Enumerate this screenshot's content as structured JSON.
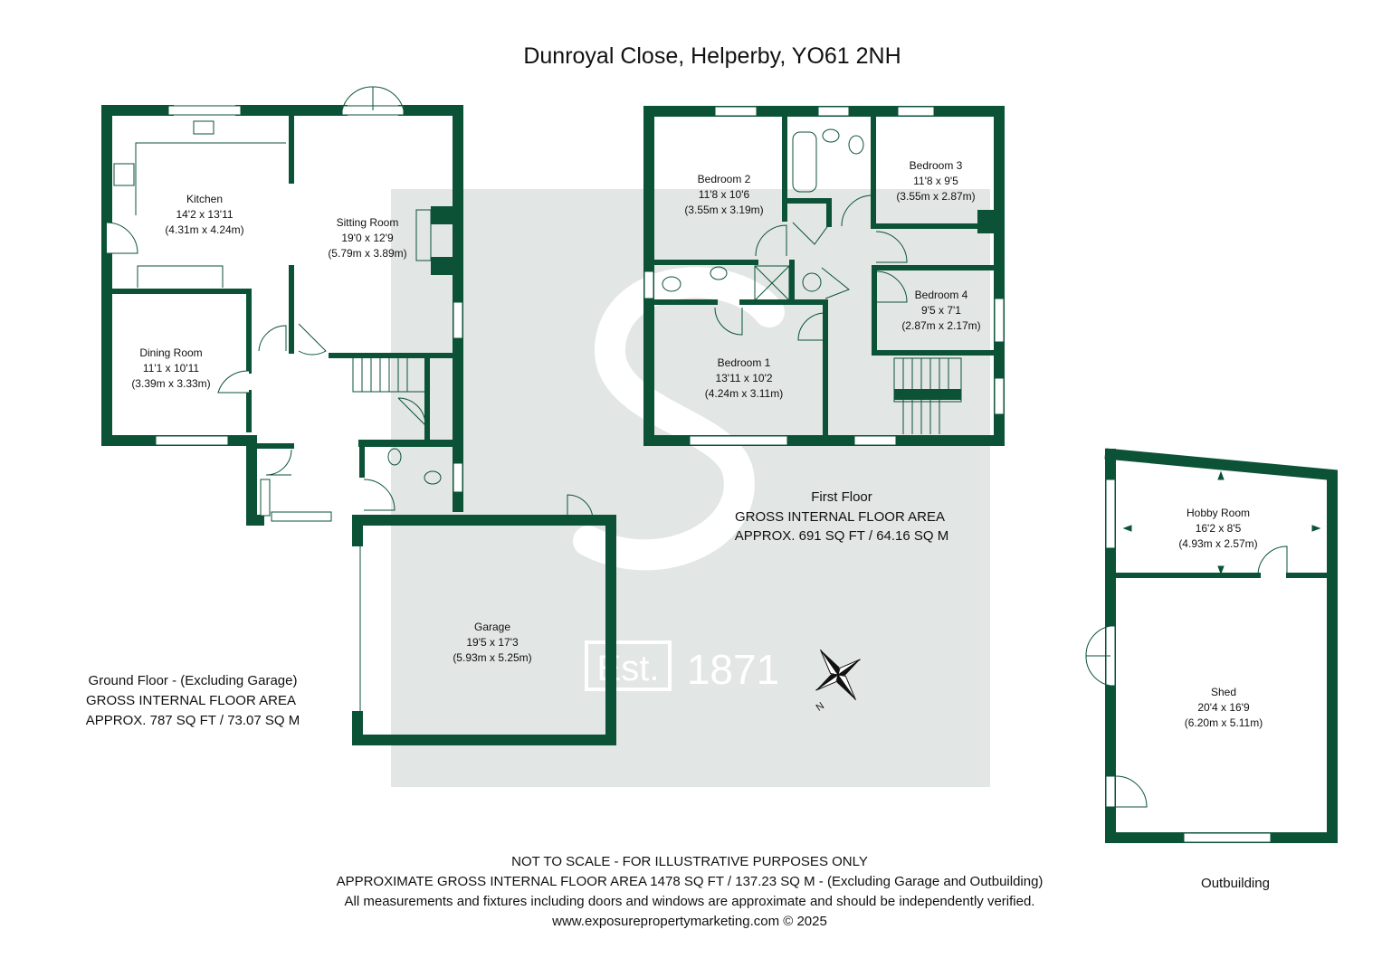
{
  "title": "Dunroyal Close, Helperby, YO61 2NH",
  "colors": {
    "wall": "#0b5237",
    "watermark": "#e2e6e4",
    "text": "#111111"
  },
  "watermark": {
    "logo_letter": "S",
    "est_label": "Est.",
    "year": "1871"
  },
  "compass": {
    "label": "N"
  },
  "rooms": {
    "kitchen": {
      "name": "Kitchen",
      "imperial": "14'2 x 13'11",
      "metric": "(4.31m x 4.24m)"
    },
    "sitting": {
      "name": "Sitting Room",
      "imperial": "19'0 x 12'9",
      "metric": "(5.79m x 3.89m)"
    },
    "dining": {
      "name": "Dining Room",
      "imperial": "11'1 x 10'11",
      "metric": "(3.39m x 3.33m)"
    },
    "garage": {
      "name": "Garage",
      "imperial": "19'5 x 17'3",
      "metric": "(5.93m x 5.25m)"
    },
    "bedroom2": {
      "name": "Bedroom 2",
      "imperial": "11'8 x 10'6",
      "metric": "(3.55m x 3.19m)"
    },
    "bedroom3": {
      "name": "Bedroom 3",
      "imperial": "11'8 x 9'5",
      "metric": "(3.55m x 2.87m)"
    },
    "bedroom4": {
      "name": "Bedroom 4",
      "imperial": "9'5 x 7'1",
      "metric": "(2.87m x 2.17m)"
    },
    "bedroom1": {
      "name": "Bedroom 1",
      "imperial": "13'11 x 10'2",
      "metric": "(4.24m x 3.11m)"
    },
    "hobby": {
      "name": "Hobby Room",
      "imperial": "16'2 x 8'5",
      "metric": "(4.93m x 2.57m)"
    },
    "shed": {
      "name": "Shed",
      "imperial": "20'4 x 16'9",
      "metric": "(6.20m x 5.11m)"
    }
  },
  "ground_floor": {
    "line1": "Ground Floor - (Excluding Garage)",
    "line2": "GROSS INTERNAL FLOOR AREA",
    "line3": "APPROX. 787 SQ FT / 73.07 SQ M"
  },
  "first_floor": {
    "line1": "First Floor",
    "line2": "GROSS INTERNAL FLOOR AREA",
    "line3": "APPROX. 691 SQ FT / 64.16 SQ M"
  },
  "outbuilding": {
    "label": "Outbuilding"
  },
  "footer": {
    "line1": "NOT TO SCALE - FOR ILLUSTRATIVE PURPOSES ONLY",
    "line2": "APPROXIMATE GROSS INTERNAL FLOOR AREA 1478 SQ FT / 137.23 SQ M - (Excluding Garage and Outbuilding)",
    "line3": "All measurements and fixtures including doors and windows are approximate and should be independently verified.",
    "line4": "www.exposurepropertymarketing.com © 2025"
  }
}
